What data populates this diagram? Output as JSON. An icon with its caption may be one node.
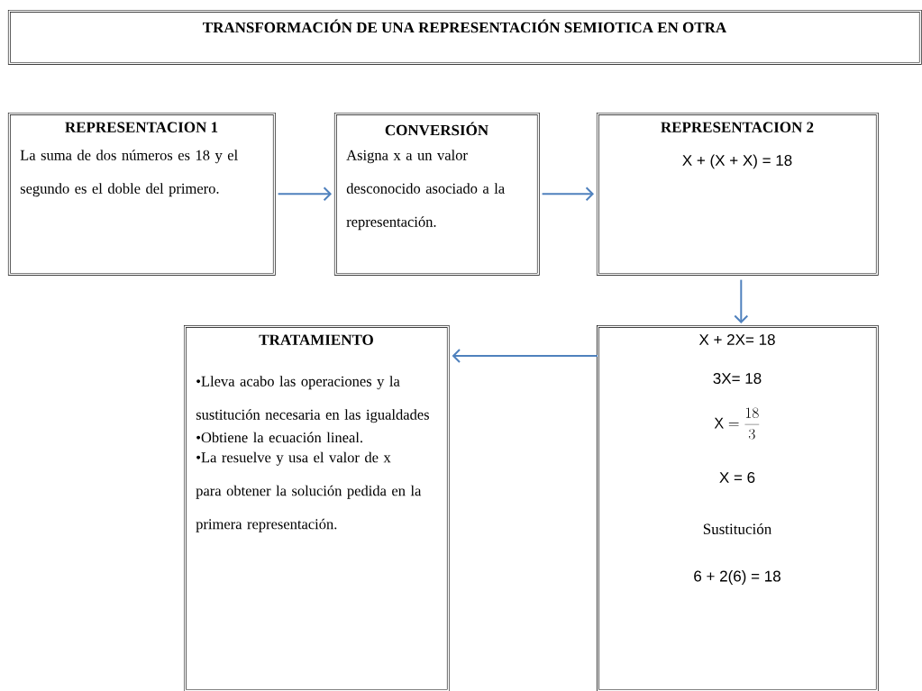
{
  "diagram": {
    "nodes": [
      {
        "text": [
          "TRANSFORMACIÓN DE UNA REPRESENTACIÓN SEMIOTICA EN OTRA"
        ]
      },
      {
        "text": [
          "REPRESENTACION 1",
          "La suma de dos números es 18 y el segundo es el doble del primero."
        ]
      },
      {
        "text": [
          "CONVERSIÓN",
          "Asigna x a un valor desconocido asociado a la representación."
        ]
      },
      {
        "text": [
          "REPRESENTACION 2",
          "X + (X + X) = 18"
        ]
      },
      {
        "text": [
          "X + 2X= 18",
          "3X= 18",
          "\\mathsf{X} = \\frac{18}{3}",
          "X = 6",
          "Sustitución",
          "6 + 2(6) = 18"
        ]
      },
      {
        "text": [
          "TRATAMIENTO",
          "•Lleva acabo las operaciones y la sustitución necesaria en las igualdades",
          "•Obtiene la ecuación lineal.",
          "•La resuelve y usa el valor de x para obtener la solución pedida en la primera representación."
        ]
      }
    ],
    "edges": [
      {
        "from": 1,
        "to": 2,
        "arrow": "to"
      },
      {
        "from": 2,
        "to": 3,
        "arrow": "to"
      },
      {
        "from": 3,
        "to": 4,
        "arrow": "to"
      },
      {
        "from": 4,
        "to": 5,
        "arrow": "to"
      }
    ]
  }
}
